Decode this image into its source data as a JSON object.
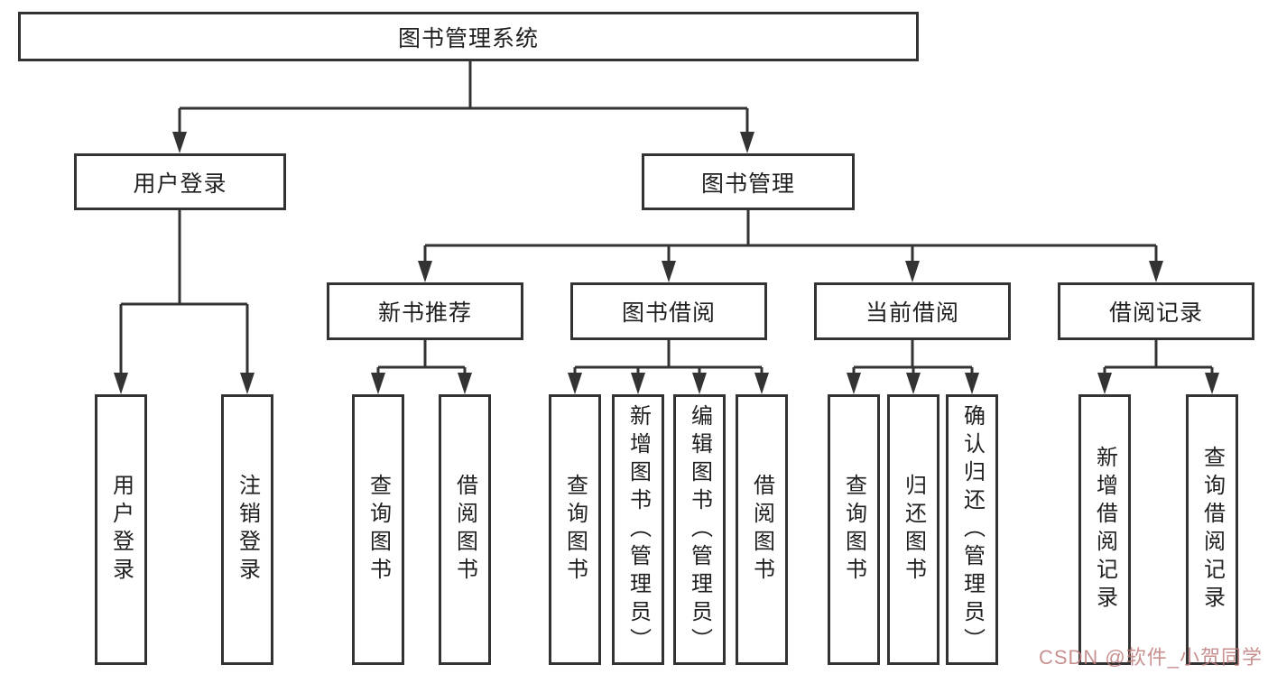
{
  "diagram": {
    "title": "图书管理系统",
    "root": {
      "label": "图书管理系统"
    },
    "branches": [
      {
        "label": "用户登录",
        "children": [
          "用户登录",
          "注销登录"
        ]
      },
      {
        "label": "图书管理"
      }
    ],
    "modules": [
      {
        "label": "新书推荐",
        "children": [
          "查询图书",
          "借阅图书"
        ]
      },
      {
        "label": "图书借阅",
        "children": [
          "查询图书",
          "新增图书（管理员）",
          "编辑图书（管理员）",
          "借阅图书"
        ]
      },
      {
        "label": "当前借阅",
        "children": [
          "查询图书",
          "归还图书",
          "确认归还（管理员）"
        ]
      },
      {
        "label": "借阅记录",
        "children": [
          "新增借阅记录",
          "查询借阅记录"
        ]
      }
    ]
  },
  "watermark": {
    "text": "CSDN @软件_小贺同学"
  },
  "colors": {
    "line": "#333333",
    "box_border": "#333333",
    "text": "#1f1f1f",
    "background": "#ffffff",
    "watermark": "#be7d7d"
  }
}
